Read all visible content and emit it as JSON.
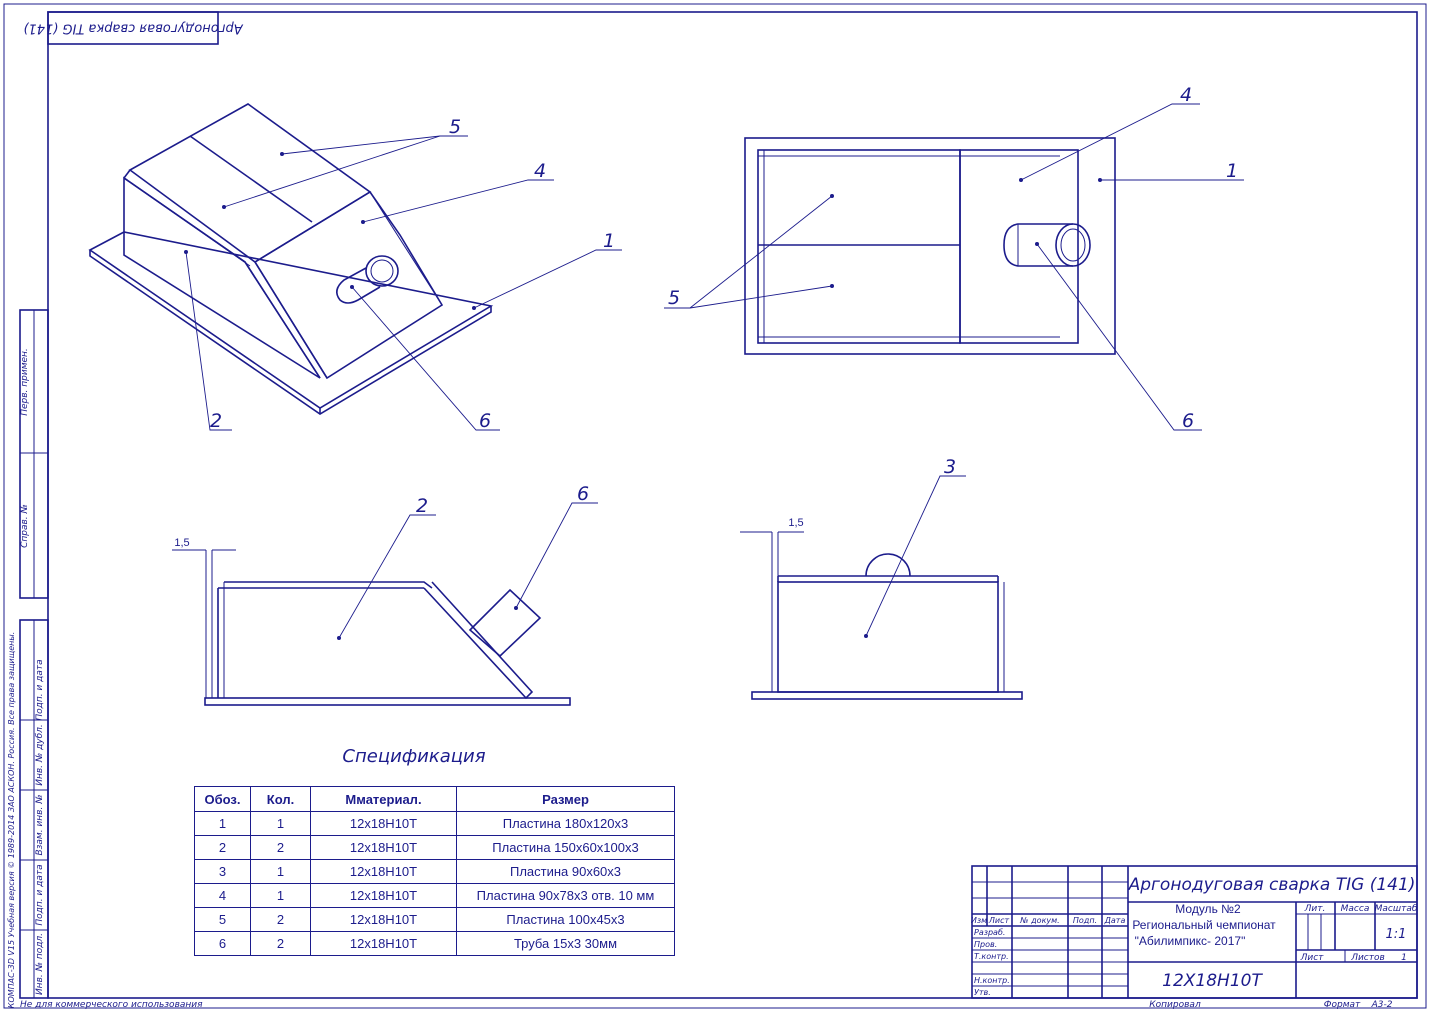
{
  "stamp_top": "Аргонодуговая сварка TIG (141)",
  "callouts": {
    "n1": "1",
    "n2": "2",
    "n3": "3",
    "n4": "4",
    "n5": "5",
    "n6": "6"
  },
  "dims": {
    "d1": "1,5",
    "d2": "1,5"
  },
  "spec": {
    "title": "Спецификация",
    "headers": [
      "Обоз.",
      "Кол.",
      "Мматериал.",
      "Размер"
    ],
    "rows": [
      [
        "1",
        "1",
        "12х18Н10Т",
        "Пластина 180х120х3"
      ],
      [
        "2",
        "2",
        "12х18Н10Т",
        "Пластина 150х60х100х3"
      ],
      [
        "3",
        "1",
        "12х18Н10Т",
        "Пластина 90х60х3"
      ],
      [
        "4",
        "1",
        "12х18Н10Т",
        "Пластина 90х78х3 отв. 10 мм"
      ],
      [
        "5",
        "2",
        "12х18Н10Т",
        "Пластина 100х45х3"
      ],
      [
        "6",
        "2",
        "12х18Н10Т",
        "Труба 15х3 30мм"
      ]
    ]
  },
  "titleblock": {
    "doc_title": "Аргонодуговая сварка TIG (141)",
    "module": "Модуль №2",
    "event1": "Региональный чемпионат",
    "event2": "\"Абилимпикс- 2017\"",
    "material": "12Х18Н10Т",
    "col_izm": "Изм",
    "col_list": "Лист",
    "col_ndok": "№ докум.",
    "col_podp": "Подп.",
    "col_data": "Дата",
    "r_razrab": "Разраб.",
    "r_prov": "Пров.",
    "r_tkontr": "Т.контр.",
    "r_nkontr": "Н.контр.",
    "r_utv": "Утв.",
    "lit": "Лит.",
    "massa": "Масса",
    "masshtab": "Масштаб",
    "scale_val": "1:1",
    "list_lbl": "Лист",
    "listov_lbl": "Листов",
    "listov_val": "1",
    "kopiroval": "Копировал",
    "format": "Формат",
    "format_val": "А3-2"
  },
  "side_labels": {
    "perv": "Перв. примен.",
    "sprav": "Справ. №",
    "podp_data1": "Подп. и дата",
    "inv_dubl": "Инв. № дубл.",
    "vzam_inv": "Взам. инв. №",
    "podp_data2": "Подп. и дата",
    "inv_podl": "Инв. № подл.",
    "copyright": "КОМПАС-3D V15 Учебная версия © 1989-2014 ЗАО АСКОН. Россия. Все права защищены."
  },
  "footer_note": "Не для коммерческого использования"
}
